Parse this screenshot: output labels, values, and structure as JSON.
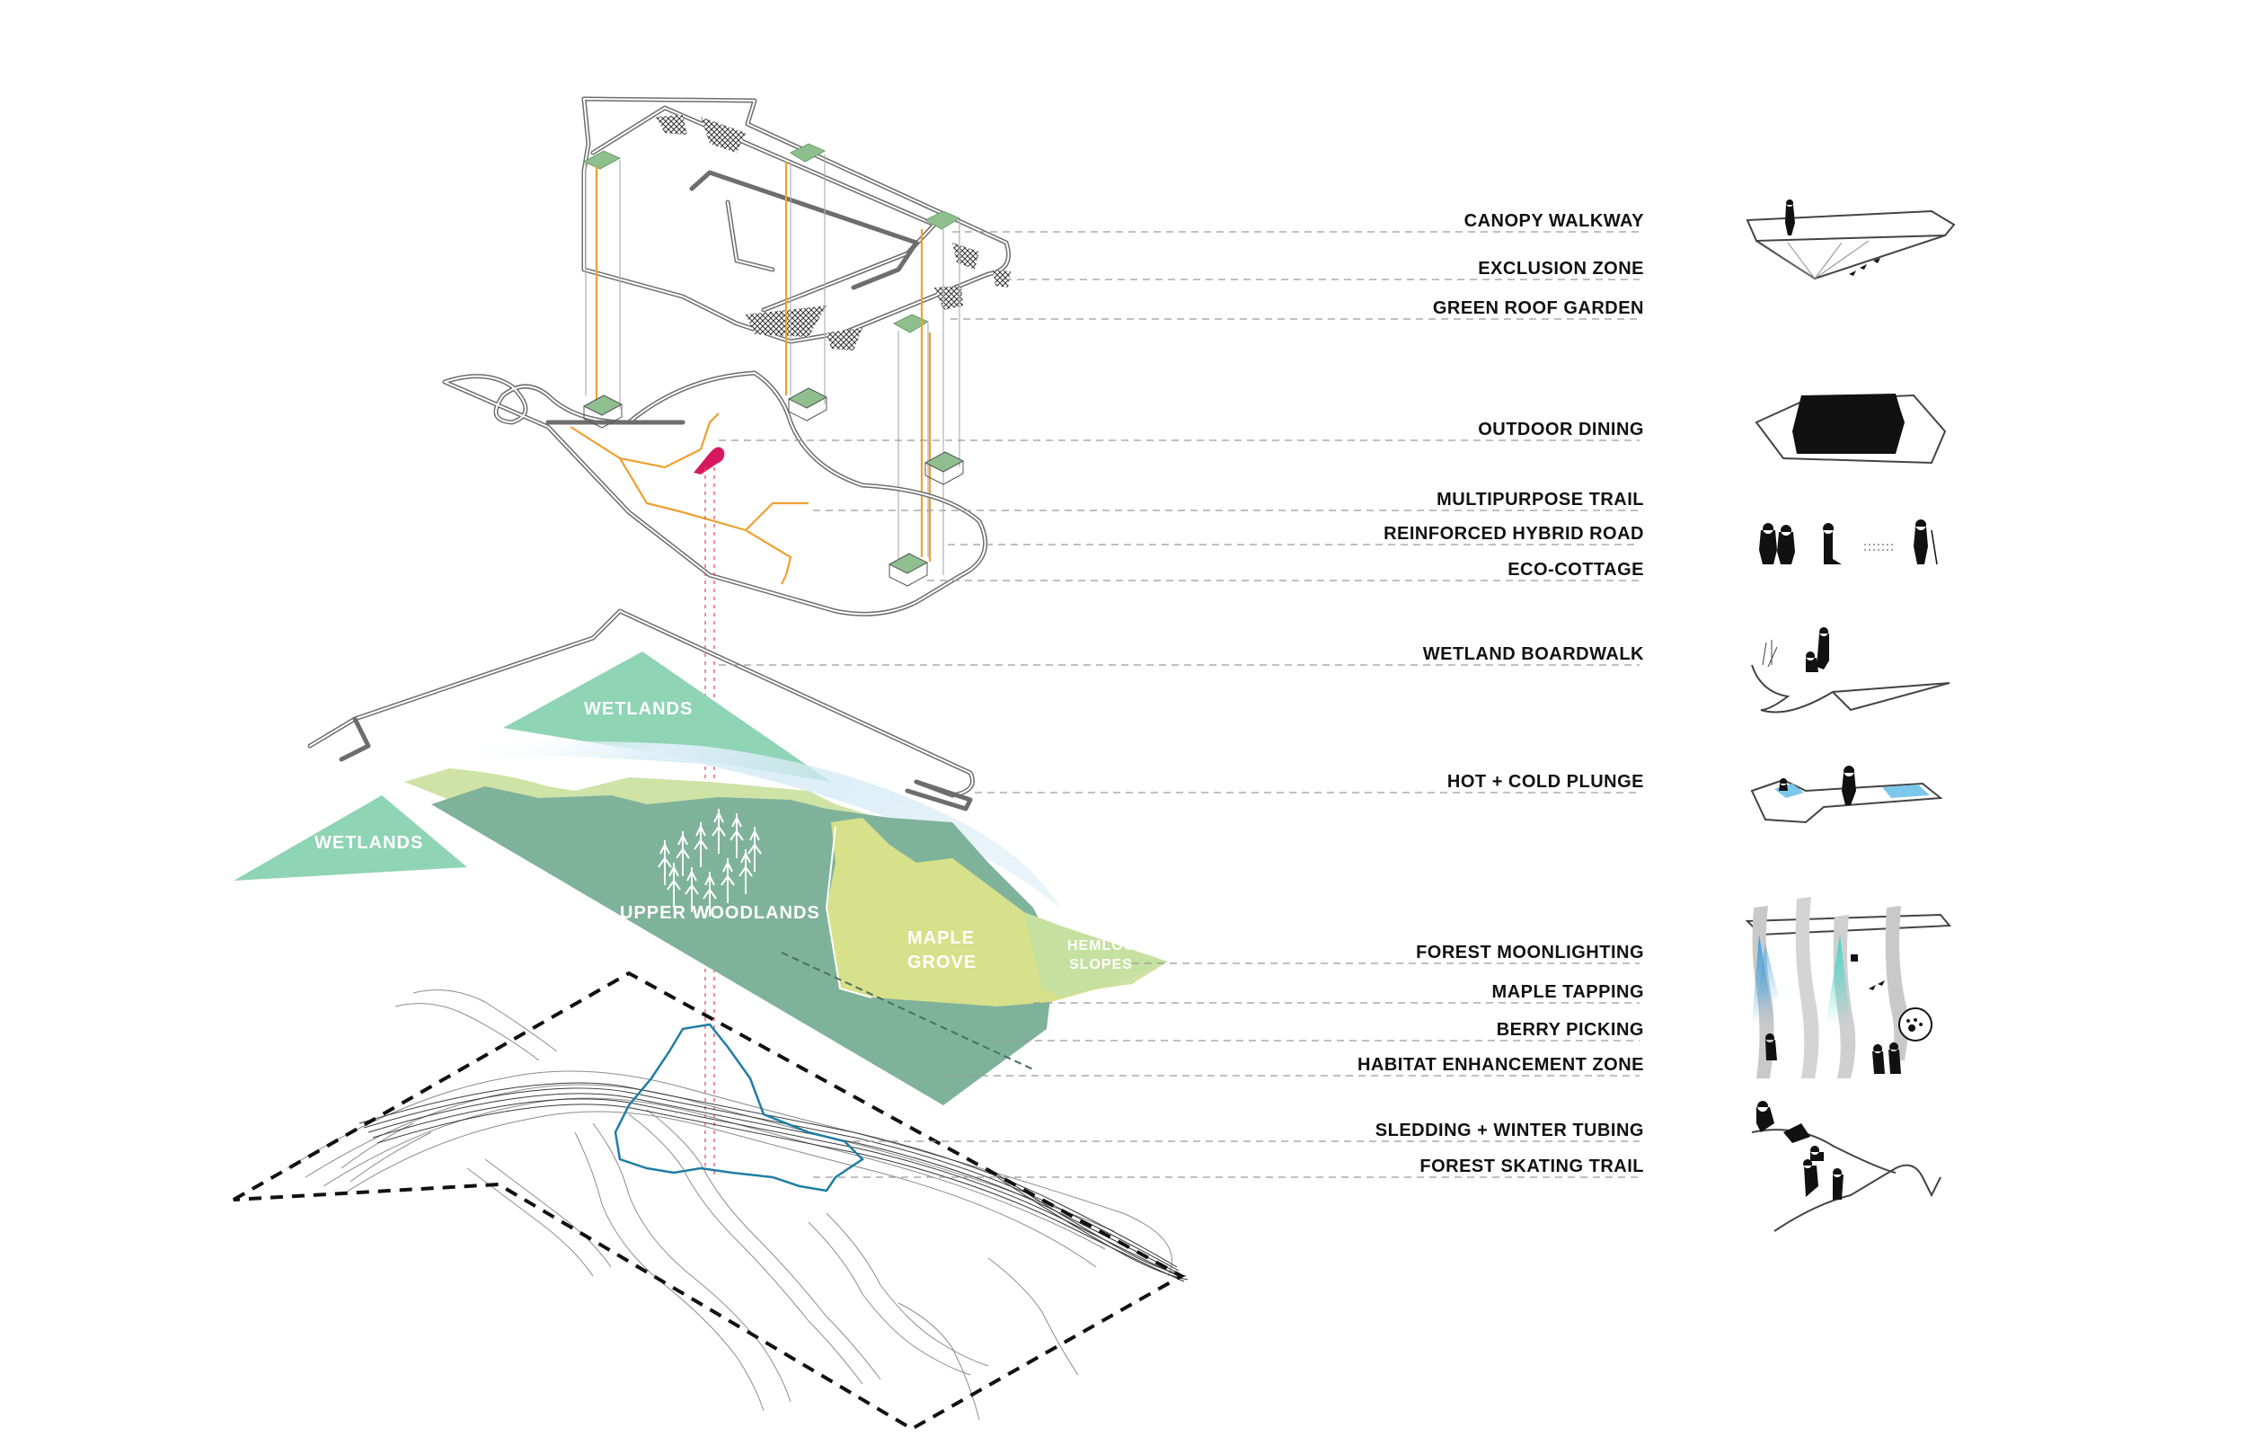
{
  "layers": {
    "wetlands_upper": "WETLANDS",
    "wetlands_lower": "WETLANDS",
    "upper_woodlands": "UPPER WOODLANDS",
    "maple_grove_line1": "MAPLE",
    "maple_grove_line2": "GROVE",
    "hemlock_line1": "HEMLOCK",
    "hemlock_line2": "SLOPES"
  },
  "legend": [
    {
      "label": "CANOPY WALKWAY"
    },
    {
      "label": "EXCLUSION ZONE"
    },
    {
      "label": "GREEN ROOF GARDEN"
    },
    {
      "label": "OUTDOOR DINING"
    },
    {
      "label": "MULTIPURPOSE TRAIL"
    },
    {
      "label": "REINFORCED HYBRID ROAD"
    },
    {
      "label": "ECO-COTTAGE"
    },
    {
      "label": "WETLAND BOARDWALK"
    },
    {
      "label": "HOT + COLD PLUNGE"
    },
    {
      "label": "FOREST MOONLIGHTING"
    },
    {
      "label": "MAPLE TAPPING"
    },
    {
      "label": "BERRY PICKING"
    },
    {
      "label": "HABITAT ENHANCEMENT ZONE"
    },
    {
      "label": "SLEDDING + WINTER TUBING"
    },
    {
      "label": "FOREST SKATING TRAIL"
    }
  ],
  "colors": {
    "wetlands": "#8fd4b4",
    "woodlands": "#7fb29a",
    "maple": "#d7e08a",
    "hemlock": "#c6e0a0",
    "lightgreen_strip": "#cfe3a6",
    "trail_orange": "#f0a030",
    "marker_magenta": "#d6195e",
    "boundary_blue": "#1f7ea3",
    "roof_green": "#8fbf8f"
  },
  "icons": {
    "canopy": "canopy-walkway-icon",
    "dining": "outdoor-dining-icon",
    "trail": "trail-users-icon",
    "boardwalk": "wetland-boardwalk-icon",
    "plunge": "plunge-pools-icon",
    "moonlight": "forest-moonlighting-icon",
    "sledding": "sledding-skating-icon"
  }
}
